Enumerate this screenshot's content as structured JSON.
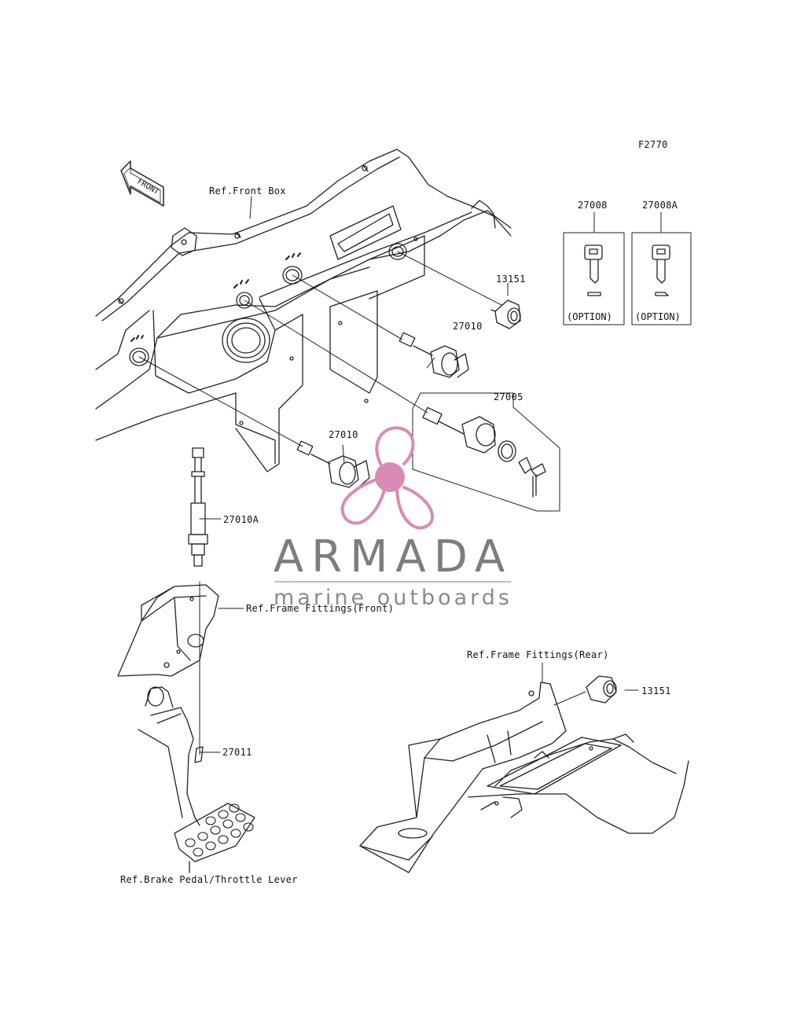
{
  "diagram_code": "F2770",
  "labels": {
    "ref_front_box": "Ref.Front Box",
    "front_arrow": "FRONT",
    "p13151_top": "13151",
    "p27010_top": "27010",
    "p27005": "27005",
    "p27010_mid": "27010",
    "p27010a": "27010A",
    "p27008": "27008",
    "p27008a": "27008A",
    "option_1": "(OPTION)",
    "option_2": "(OPTION)",
    "ref_frame_front": "Ref.Frame Fittings(Front)",
    "ref_frame_rear": "Ref.Frame Fittings(Rear)",
    "p13151_bottom": "13151",
    "p27011": "27011",
    "ref_brake": "Ref.Brake Pedal/Throttle Lever"
  },
  "watermark": {
    "name": "ARMADA",
    "tagline": "marine outboards",
    "accent_color": "#d98cb3",
    "text_color": "#808080"
  }
}
